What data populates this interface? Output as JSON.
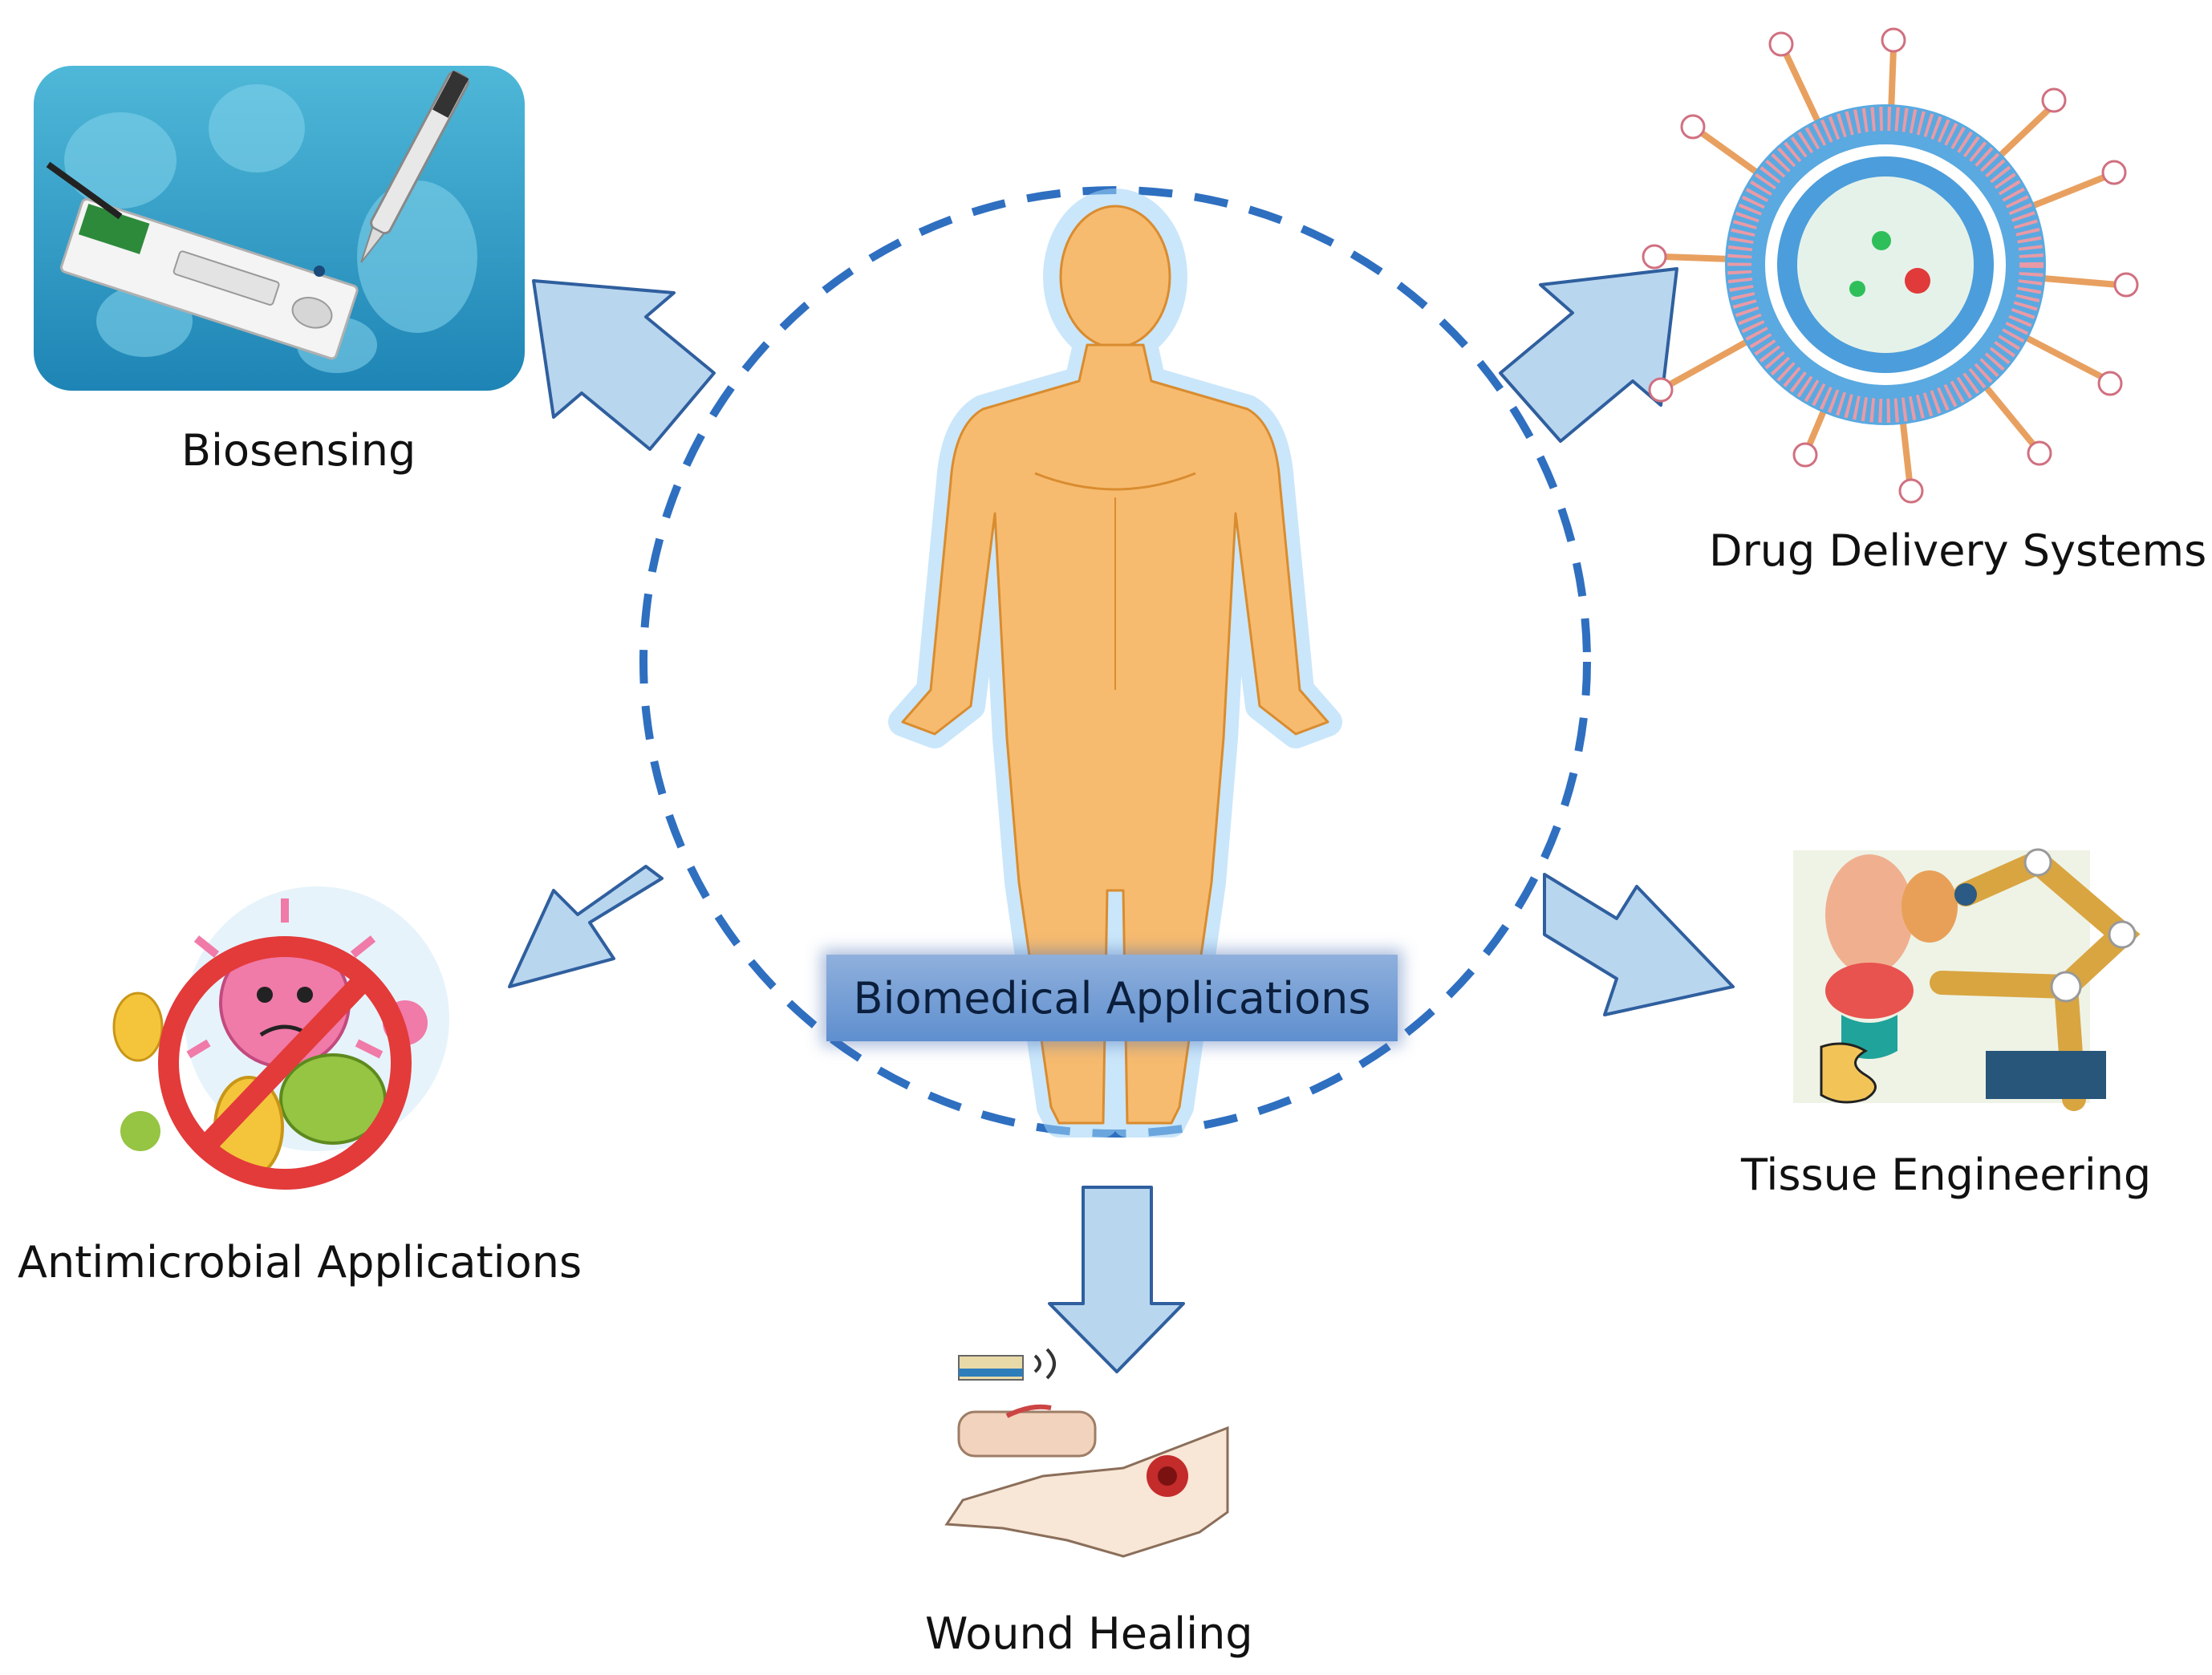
{
  "center": {
    "label": "Biomedical Applications"
  },
  "applications": {
    "biosensing": {
      "label": "Biosensing"
    },
    "drug_delivery": {
      "label": "Drug Delivery Systems"
    },
    "antimicrobial": {
      "label": "Antimicrobial Applications"
    },
    "tissue_engineering": {
      "label": "Tissue Engineering"
    },
    "wound_healing": {
      "label": "Wound Healing"
    }
  },
  "colors": {
    "arrow_fill": "#b9d6ef",
    "arrow_stroke": "#2f5f9e",
    "dashed_circle": "#2f6fc0",
    "body_fill": "#f7bb6f",
    "body_glow": "#9fd3f7"
  },
  "icons": [
    "human-body-icon",
    "test-strip-icon",
    "liposome-icon",
    "virus-forbidden-icon",
    "robot-arm-organs-icon",
    "wound-bandage-icon"
  ]
}
